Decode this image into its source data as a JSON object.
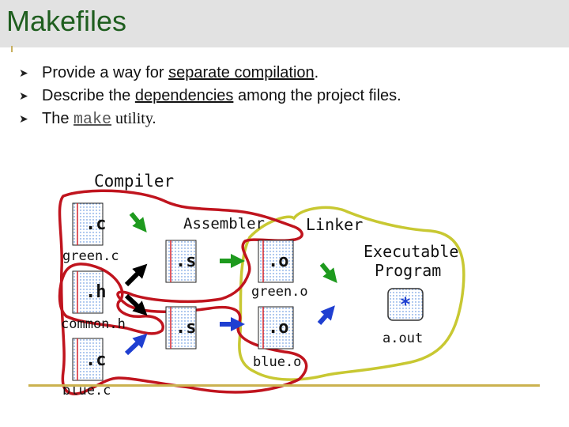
{
  "title": "Makefiles",
  "bullets": [
    {
      "before": "Provide a way for ",
      "underlined": "separate compilation",
      "after": "."
    },
    {
      "before": "Describe the ",
      "underlined": "dependencies",
      "after": " among the project files."
    },
    {
      "before": "The ",
      "code": "make",
      "after": " utility."
    }
  ],
  "diagram": {
    "stage_compiler": "Compiler",
    "stage_assembler": "Assembler",
    "stage_linker": "Linker",
    "stage_exec_line1": "Executable",
    "stage_exec_line2": "Program",
    "file_green_c": "green.c",
    "file_common_h": "common.h",
    "file_blue_c": "blue.c",
    "file_green_o": "green.o",
    "file_blue_o": "blue.o",
    "file_aout": "a.out",
    "ext_c1": ".c",
    "ext_h": ".h",
    "ext_c2": ".c",
    "ext_s1": ".s",
    "ext_s2": ".s",
    "ext_o1": ".o",
    "ext_o2": ".o",
    "exec_symbol": "*"
  },
  "colors": {
    "title": "#1f5e1f",
    "compiler_outline": "#c0141e",
    "linker_outline": "#c8c832",
    "green_arrow": "#1e9a1e",
    "blue_arrow": "#1f3fd1",
    "black_arrow": "#000000",
    "baseline": "#cbb24f"
  }
}
